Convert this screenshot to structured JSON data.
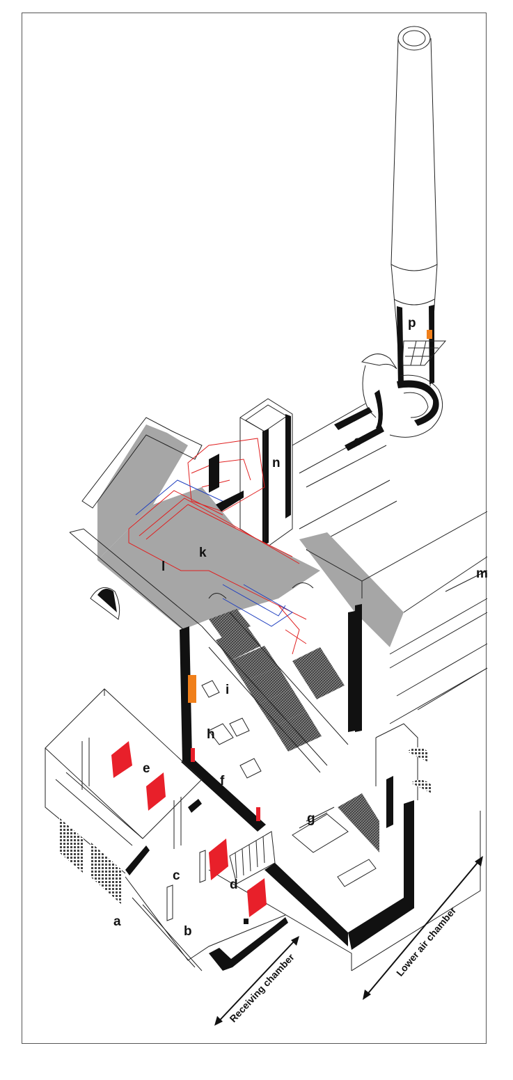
{
  "diagram": {
    "labels": {
      "a": "a",
      "b": "b",
      "c": "c",
      "d": "d",
      "e": "e",
      "f": "f",
      "g": "g",
      "h": "h",
      "i": "i",
      "k": "k",
      "l": "l",
      "m": "m",
      "n": "n",
      "o": "o",
      "p": "p"
    },
    "annotations": {
      "receiving": "Receiving chamber",
      "lower_air": "Lower air chamber"
    },
    "colors": {
      "wall": "#111111",
      "roof": "#a6a6a6",
      "hatch": "#5a5a5a",
      "accent_red": "#e8202a",
      "accent_orange": "#f07f1a",
      "duct_red": "#e02020",
      "duct_blue": "#2040c0"
    }
  }
}
